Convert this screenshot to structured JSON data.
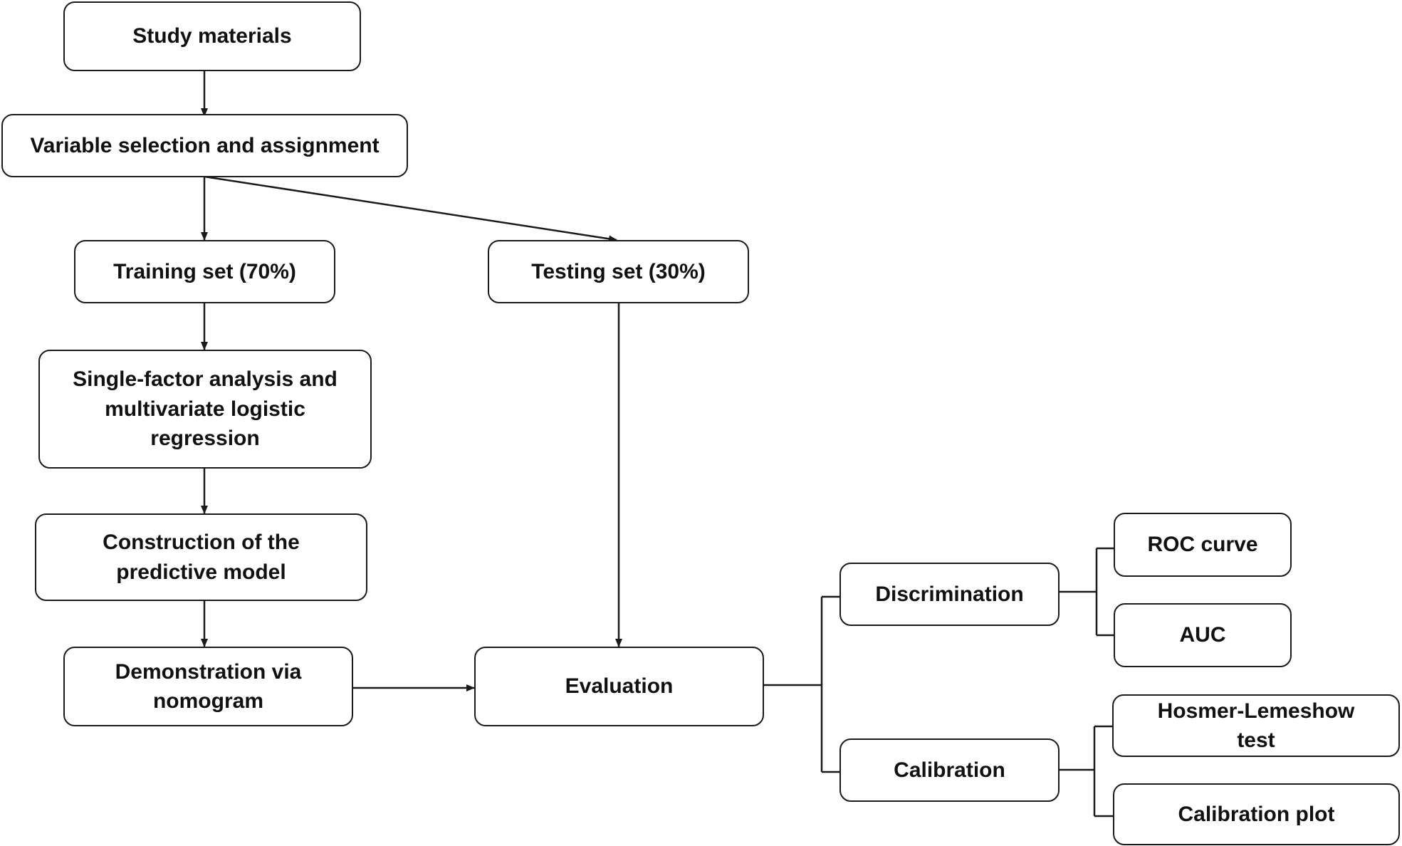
{
  "diagram": {
    "nodes": {
      "study_materials": "Study materials",
      "variable_selection": "Variable selection and assignment",
      "training_set": "Training set (70%)",
      "testing_set": "Testing set (30%)",
      "single_factor": "Single-factor analysis and\nmultivariate logistic\nregression",
      "construction": "Construction of the\npredictive model",
      "demonstration": "Demonstration via\nnomogram",
      "evaluation": "Evaluation",
      "discrimination": "Discrimination",
      "calibration": "Calibration",
      "roc_curve": "ROC curve",
      "auc": "AUC",
      "hosmer_lemeshow": "Hosmer-Lemeshow\ntest",
      "calibration_plot": "Calibration plot"
    },
    "colors": {
      "stroke": "#1a1a1a",
      "text": "#111111",
      "background": "#ffffff"
    }
  }
}
